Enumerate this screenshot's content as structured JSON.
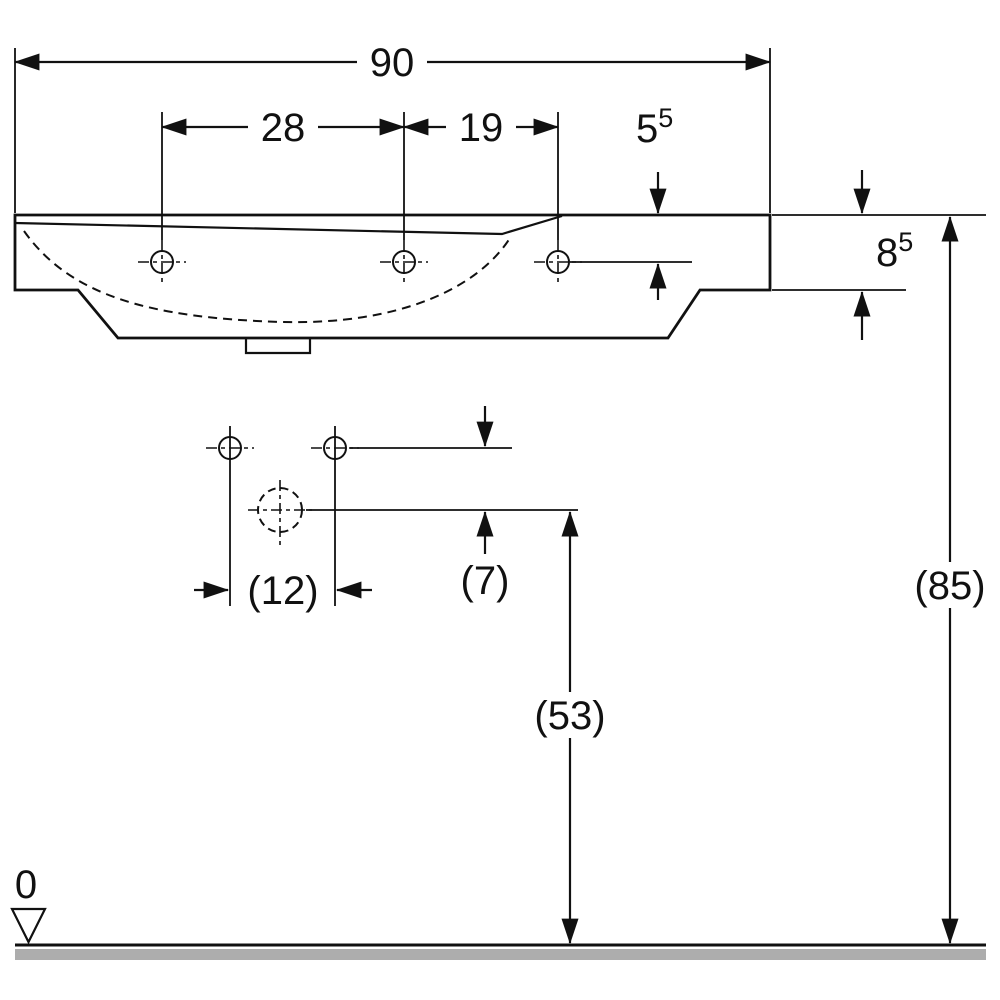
{
  "drawing": {
    "type": "technical-dimension-diagram",
    "subject": "washbasin-front-elevation",
    "labels": {
      "overall_width": "90",
      "tap_spacing_left": "28",
      "tap_spacing_right": "19",
      "tap_hole_offset_base": "5",
      "tap_hole_offset_sup": "5",
      "rim_thickness_base": "8",
      "rim_thickness_sup": "5",
      "fixing_hole_spacing": "(12)",
      "outlet_offset": "(7)",
      "rim_height": "(85)",
      "trap_height": "(53)",
      "datum_level": "0"
    },
    "colors": {
      "line": "#111111",
      "ground_band": "#adadad",
      "background": "#ffffff"
    }
  }
}
